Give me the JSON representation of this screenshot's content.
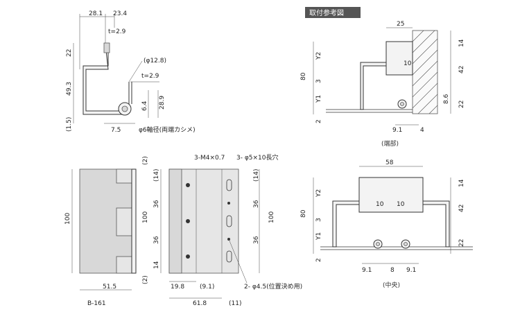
{
  "reference_banner": "取付参考図",
  "side_view": {
    "dims": [
      "28.1",
      "23.4",
      "t=2.9",
      "22",
      "49.3",
      "(1.5)",
      "(φ12.8)",
      "t=2.9",
      "6.4",
      "28.9",
      "7.5"
    ],
    "note_pin": "φ6軸径(両端カシメ)"
  },
  "front_view": {
    "dims": [
      "(2)",
      "100",
      "51.5",
      "(2)"
    ],
    "model": "B-161"
  },
  "back_view": {
    "label_tap": "3-M4×0.7",
    "label_slot": "3- φ5×10長穴",
    "dims": [
      "(14)",
      "36",
      "36",
      "14",
      "100",
      "19.8",
      "(9.1)",
      "61.8",
      "(11)",
      "(14)",
      "36",
      "36",
      "100"
    ],
    "label_locate": "2- φ4.5(位置決め用)"
  },
  "end_view": {
    "dims": [
      "25",
      "14",
      "80",
      "Y2",
      "42",
      "10",
      "3",
      "Y1",
      "22",
      "8.6",
      "2",
      "9.1",
      "4"
    ],
    "caption": "(端部)"
  },
  "center_view": {
    "dims": [
      "58",
      "14",
      "80",
      "Y2",
      "42",
      "10",
      "10",
      "3",
      "Y1",
      "22",
      "2",
      "9.1",
      "8",
      "9.1"
    ],
    "caption": "(中央)"
  },
  "colors": {
    "banner": "#555555",
    "plate": "#d8d8d8",
    "line": "#333333"
  }
}
